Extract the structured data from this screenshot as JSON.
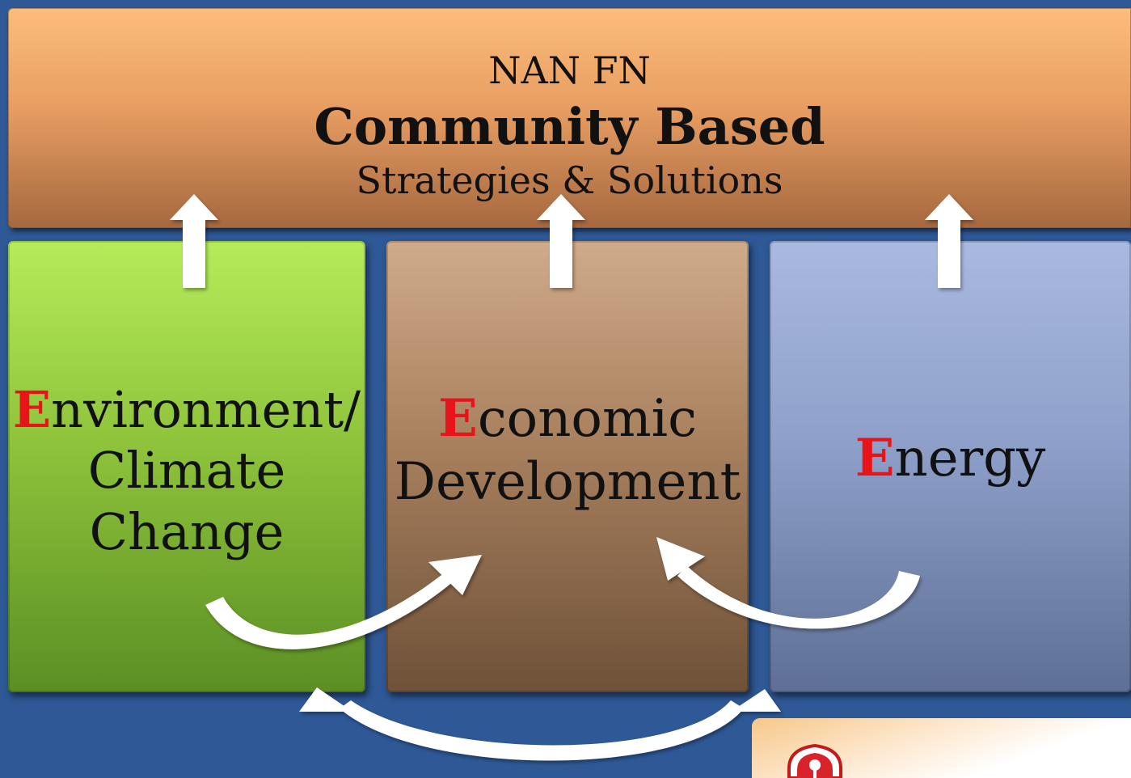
{
  "banner": {
    "line1": "NAN FN",
    "line2": "Community Based",
    "line3": "Strategies & Solutions"
  },
  "boxes": {
    "environment": {
      "initial": "E",
      "line1_rest": "nvironment/",
      "line2": "Climate",
      "line3": "Change"
    },
    "economic": {
      "initial": "E",
      "line1_rest": "conomic",
      "line2": "Development"
    },
    "energy": {
      "initial": "E",
      "line1_rest": "nergy"
    }
  },
  "colors": {
    "background": "#2e5896",
    "initial_letter": "#e8141a",
    "banner": "#e89e62",
    "environment": "#8ec33b",
    "economic": "#a8805e",
    "energy": "#8ea0c9"
  }
}
